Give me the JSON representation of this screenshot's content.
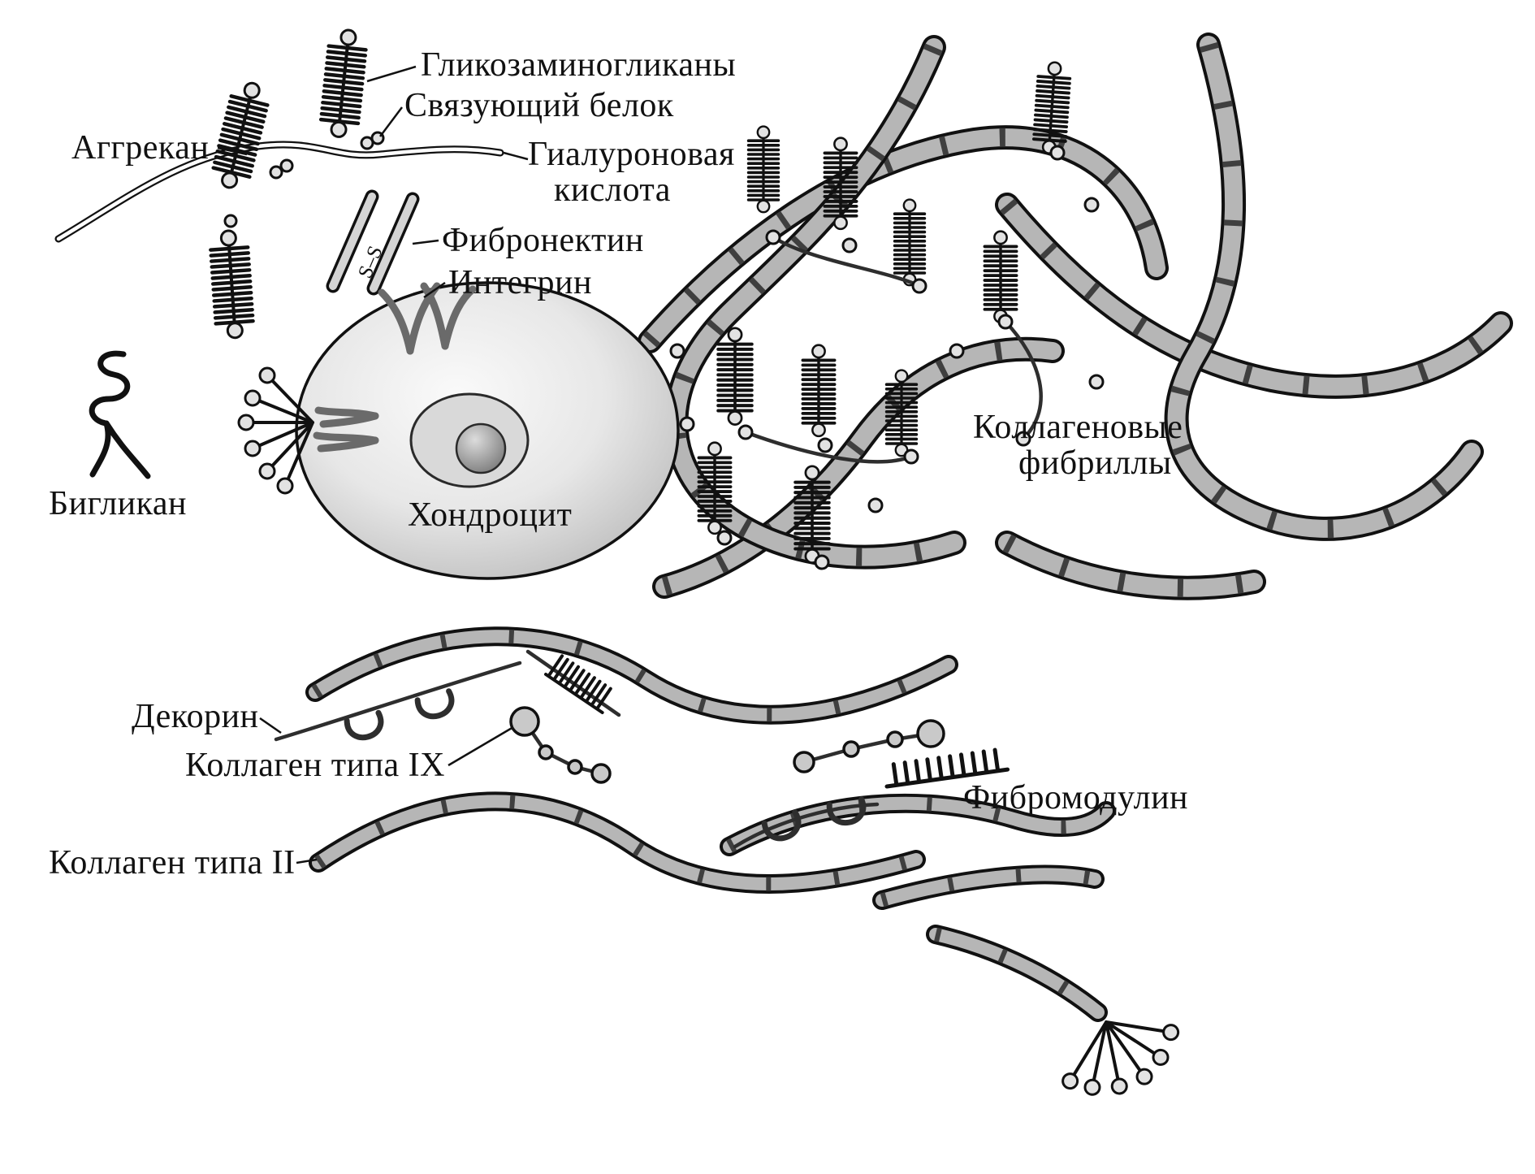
{
  "diagram": {
    "labels": {
      "glycosaminoglycans": "Гликозаминогликаны",
      "linking_protein": "Связующий белок",
      "aggrecan": "Аггрекан",
      "hyaluronic_acid_line1": "Гиалуроновая",
      "hyaluronic_acid_line2": "кислота",
      "fibronectin": "Фибронектин",
      "integrin": "Интегрин",
      "ss_bond": "S–S",
      "biglycan": "Бигликан",
      "chondrocyte": "Хондроцит",
      "collagen_fibrils_line1": "Коллагеновые",
      "collagen_fibrils_line2": "фибриллы",
      "decorin": "Декорин",
      "collagen_type_ix": "Коллаген типа IX",
      "fibromodulin": "Фибромодулин",
      "collagen_type_ii": "Коллаген типа II"
    },
    "colors": {
      "background": "#ffffff",
      "ink": "#111111",
      "fibril_body": "#b6b6b6",
      "fibril_joint": "#3f3f3f",
      "shape_fill": "#c9c9c9"
    }
  }
}
